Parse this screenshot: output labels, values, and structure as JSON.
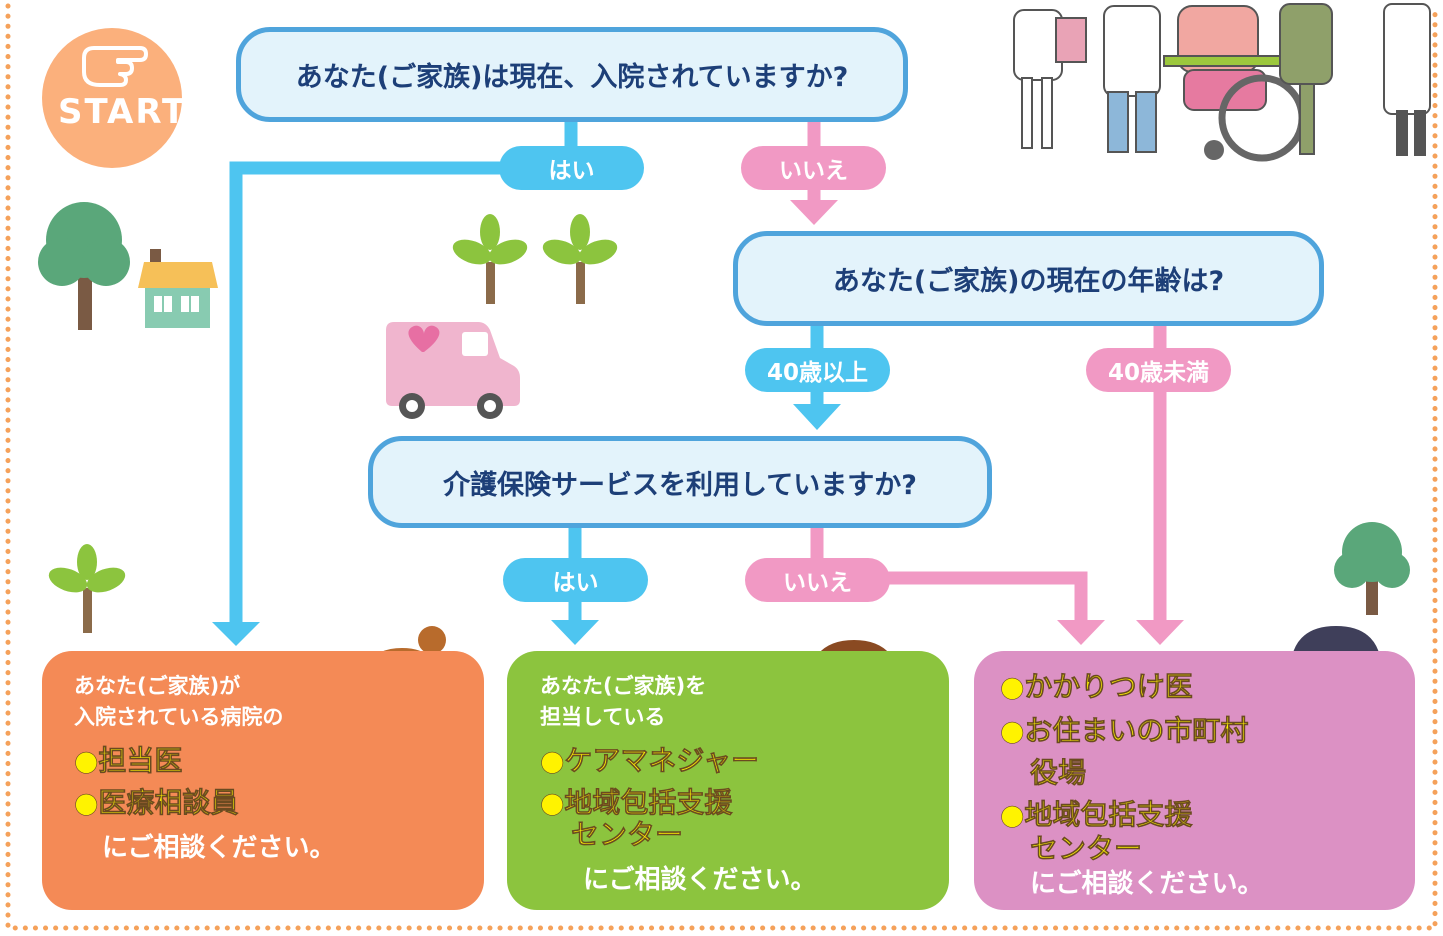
{
  "start": {
    "label": "START"
  },
  "questions": {
    "q1": "あなた(ご家族)は現在、入院されていますか?",
    "q2": "あなた(ご家族)の現在の年齢は?",
    "q3": "介護保険サービスを利用していますか?"
  },
  "branches": {
    "q1_yes": "はい",
    "q1_no": "いいえ",
    "q2_over40": "40歳以上",
    "q2_under40": "40歳未満",
    "q3_yes": "はい",
    "q3_no": "いいえ"
  },
  "results": {
    "hospital": {
      "intro_1": "あなた(ご家族)が",
      "intro_2": "入院されている病院の",
      "items": [
        "●担当医",
        "●医療相談員"
      ],
      "closing": "にご相談ください。"
    },
    "care": {
      "intro_1": "あなた(ご家族)を",
      "intro_2": "担当している",
      "items": [
        "●ケアマネジャー",
        "●地域包括支援",
        "センター"
      ],
      "closing": "にご相談ください。"
    },
    "local": {
      "items": [
        "●かかりつけ医",
        "●お住まいの市町村",
        "役場",
        "●地域包括支援",
        "センター"
      ],
      "closing": "にご相談ください。"
    }
  },
  "colors": {
    "question_fill": "#e3f3fb",
    "question_border": "#4fa4dc",
    "yes_line": "#4ec5f0",
    "no_line": "#f199c4",
    "hospital_box": "#f48a56",
    "care_box": "#8cc43e",
    "local_box": "#dc91c4",
    "highlight_text": "#fff300",
    "start_badge": "#fbb07c",
    "border_dots": "#f5a15a"
  },
  "decorations": [
    "pointing-hand-icon",
    "tree-icon",
    "house-icon",
    "ambulance-van-icon",
    "nurse-illustration",
    "care-manager-illustration",
    "doctor-illustration",
    "caregivers-wheelchair-illustration"
  ]
}
